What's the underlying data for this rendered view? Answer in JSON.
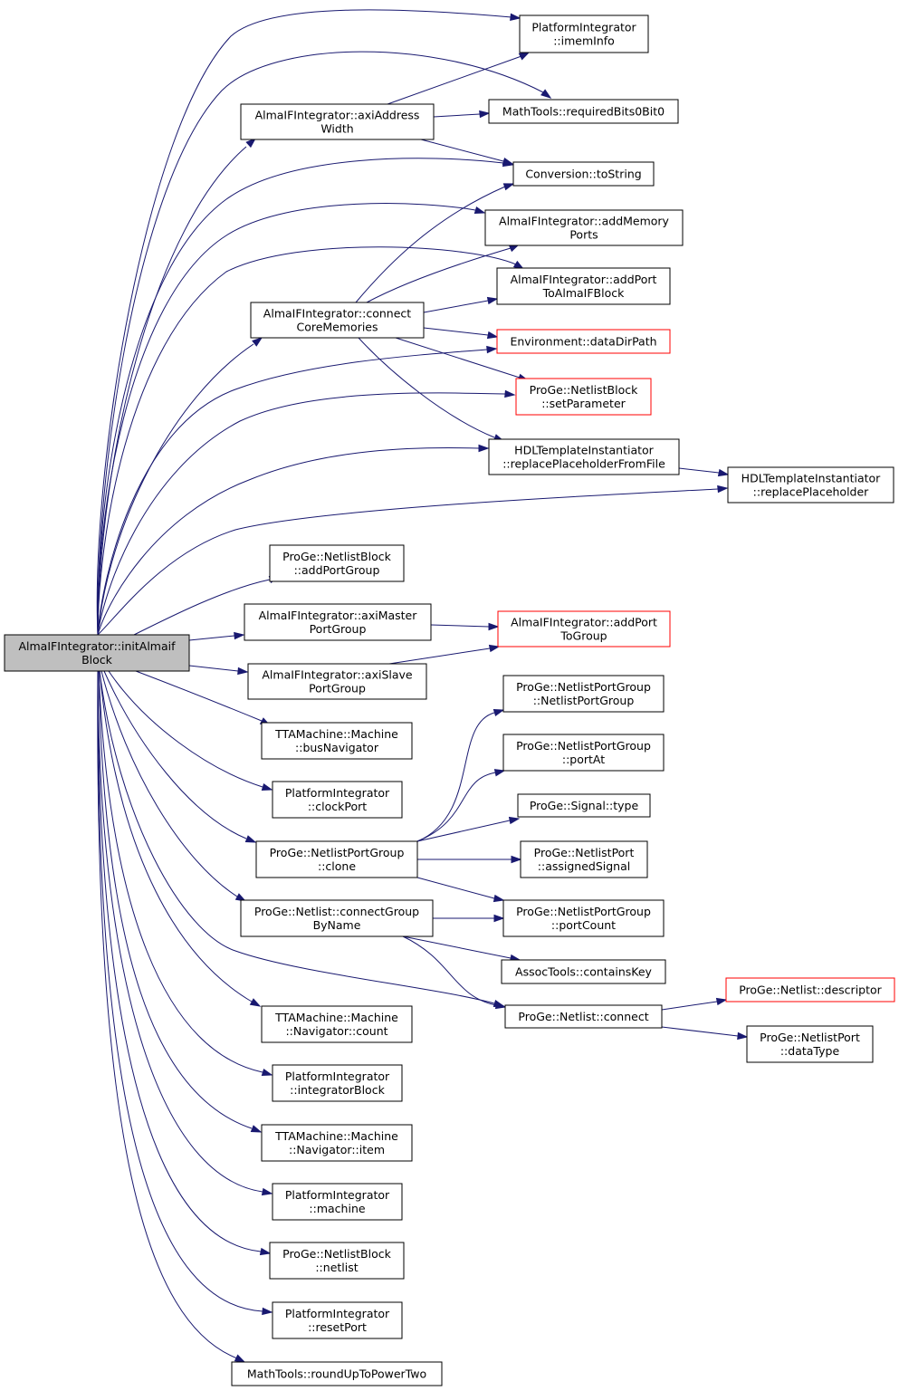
{
  "colors": {
    "edge": "#191970",
    "border": "#000000",
    "border_incomplete": "#ff0000",
    "root_fill": "#bfbfbf"
  },
  "nodes": {
    "root": [
      "AlmaIFIntegrator::initAlmaif",
      "Block"
    ],
    "imemInfo": [
      "PlatformIntegrator",
      "::imemInfo"
    ],
    "axiAddressWidth": [
      "AlmaIFIntegrator::axiAddress",
      "Width"
    ],
    "requiredBits": [
      "MathTools::requiredBits0Bit0"
    ],
    "toString": [
      "Conversion::toString"
    ],
    "addMemoryPorts": [
      "AlmaIFIntegrator::addMemory",
      "Ports"
    ],
    "addPortToAlmaIFBlock": [
      "AlmaIFIntegrator::addPort",
      "ToAlmaIFBlock"
    ],
    "connectCoreMemories": [
      "AlmaIFIntegrator::connect",
      "CoreMemories"
    ],
    "dataDirPath": [
      "Environment::dataDirPath"
    ],
    "setParameter": [
      "ProGe::NetlistBlock",
      "::setParameter"
    ],
    "replaceFromFile": [
      "HDLTemplateInstantiator",
      "::replacePlaceholderFromFile"
    ],
    "replacePlaceholder": [
      "HDLTemplateInstantiator",
      "::replacePlaceholder"
    ],
    "addPortGroup": [
      "ProGe::NetlistBlock",
      "::addPortGroup"
    ],
    "axiMaster": [
      "AlmaIFIntegrator::axiMaster",
      "PortGroup"
    ],
    "addPortToGroup": [
      "AlmaIFIntegrator::addPort",
      "ToGroup"
    ],
    "axiSlave": [
      "AlmaIFIntegrator::axiSlave",
      "PortGroup"
    ],
    "busNavigator": [
      "TTAMachine::Machine",
      "::busNavigator"
    ],
    "clockPort": [
      "PlatformIntegrator",
      "::clockPort"
    ],
    "npgCtor": [
      "ProGe::NetlistPortGroup",
      "::NetlistPortGroup"
    ],
    "portAt": [
      "ProGe::NetlistPortGroup",
      "::portAt"
    ],
    "signalType": [
      "ProGe::Signal::type"
    ],
    "clone": [
      "ProGe::NetlistPortGroup",
      "::clone"
    ],
    "assignedSignal": [
      "ProGe::NetlistPort",
      "::assignedSignal"
    ],
    "connectGroupByName": [
      "ProGe::Netlist::connectGroup",
      "ByName"
    ],
    "portCount": [
      "ProGe::NetlistPortGroup",
      "::portCount"
    ],
    "containsKey": [
      "AssocTools::containsKey"
    ],
    "descriptor": [
      "ProGe::Netlist::descriptor"
    ],
    "connect": [
      "ProGe::Netlist::connect"
    ],
    "dataType": [
      "ProGe::NetlistPort",
      "::dataType"
    ],
    "navCount": [
      "TTAMachine::Machine",
      "::Navigator::count"
    ],
    "integratorBlock": [
      "PlatformIntegrator",
      "::integratorBlock"
    ],
    "navItem": [
      "TTAMachine::Machine",
      "::Navigator::item"
    ],
    "machine": [
      "PlatformIntegrator",
      "::machine"
    ],
    "netlist": [
      "ProGe::NetlistBlock",
      "::netlist"
    ],
    "resetPort": [
      "PlatformIntegrator",
      "::resetPort"
    ],
    "roundUp": [
      "MathTools::roundUpToPowerTwo"
    ]
  }
}
